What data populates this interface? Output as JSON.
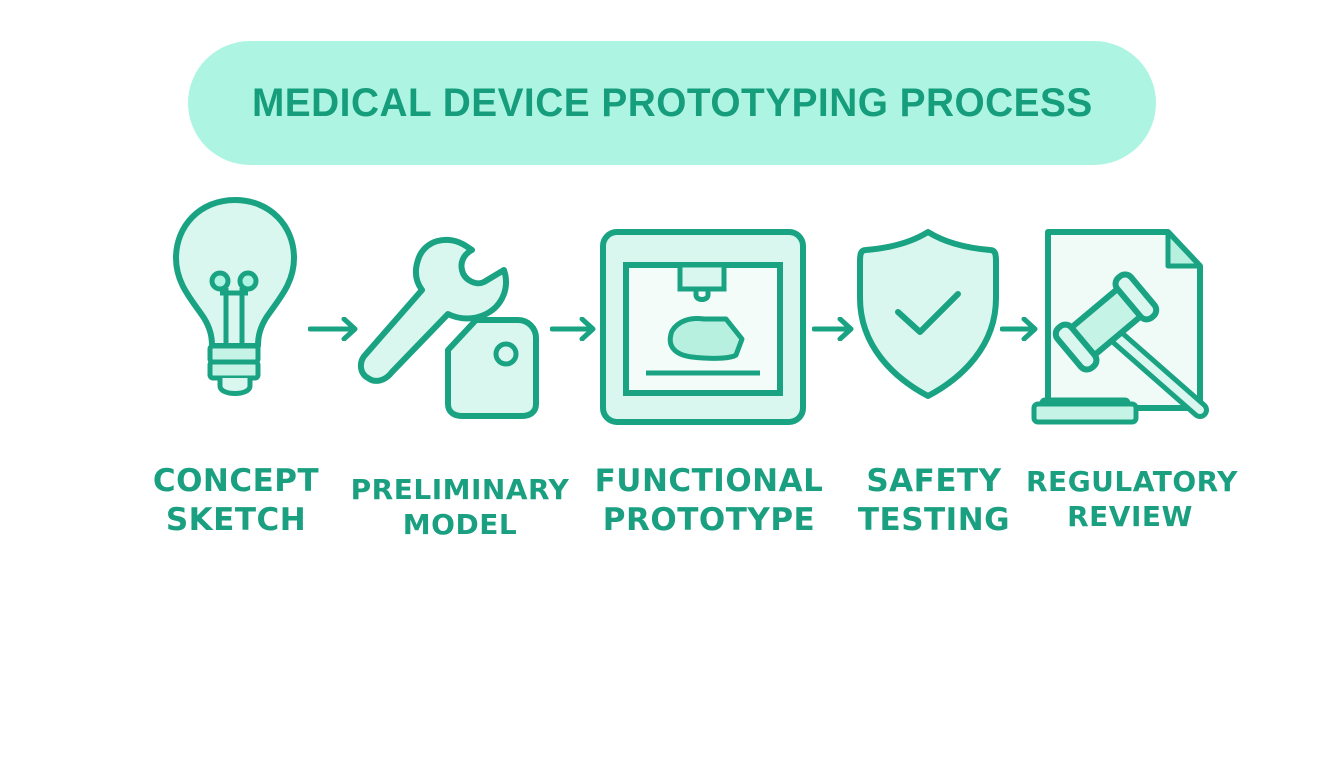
{
  "title": "MEDICAL DEVICE PROTOTYPING PROCESS",
  "colors": {
    "stroke": "#1aa383",
    "pill_fill": "#adf5e2",
    "icon_fill": "#d9f7ee",
    "text": "#169d7c",
    "background": "#ffffff"
  },
  "steps": [
    {
      "icon": "lightbulb-icon",
      "line1": "CONCEPT",
      "line2": "SKETCH"
    },
    {
      "icon": "wrench-and-part-icon",
      "line1": "PRELIMINARY",
      "line2": "MODEL"
    },
    {
      "icon": "3d-printer-icon",
      "line1": "FUNCTIONAL",
      "line2": "PROTOTYPE"
    },
    {
      "icon": "shield-check-icon",
      "line1": "SAFETY",
      "line2": "TESTING"
    },
    {
      "icon": "gavel-document-icon",
      "line1": "REGULATORY",
      "line2": "REVIEW"
    }
  ],
  "arrows": [
    "arrow-right-icon",
    "arrow-right-icon",
    "arrow-right-icon",
    "arrow-right-icon"
  ]
}
